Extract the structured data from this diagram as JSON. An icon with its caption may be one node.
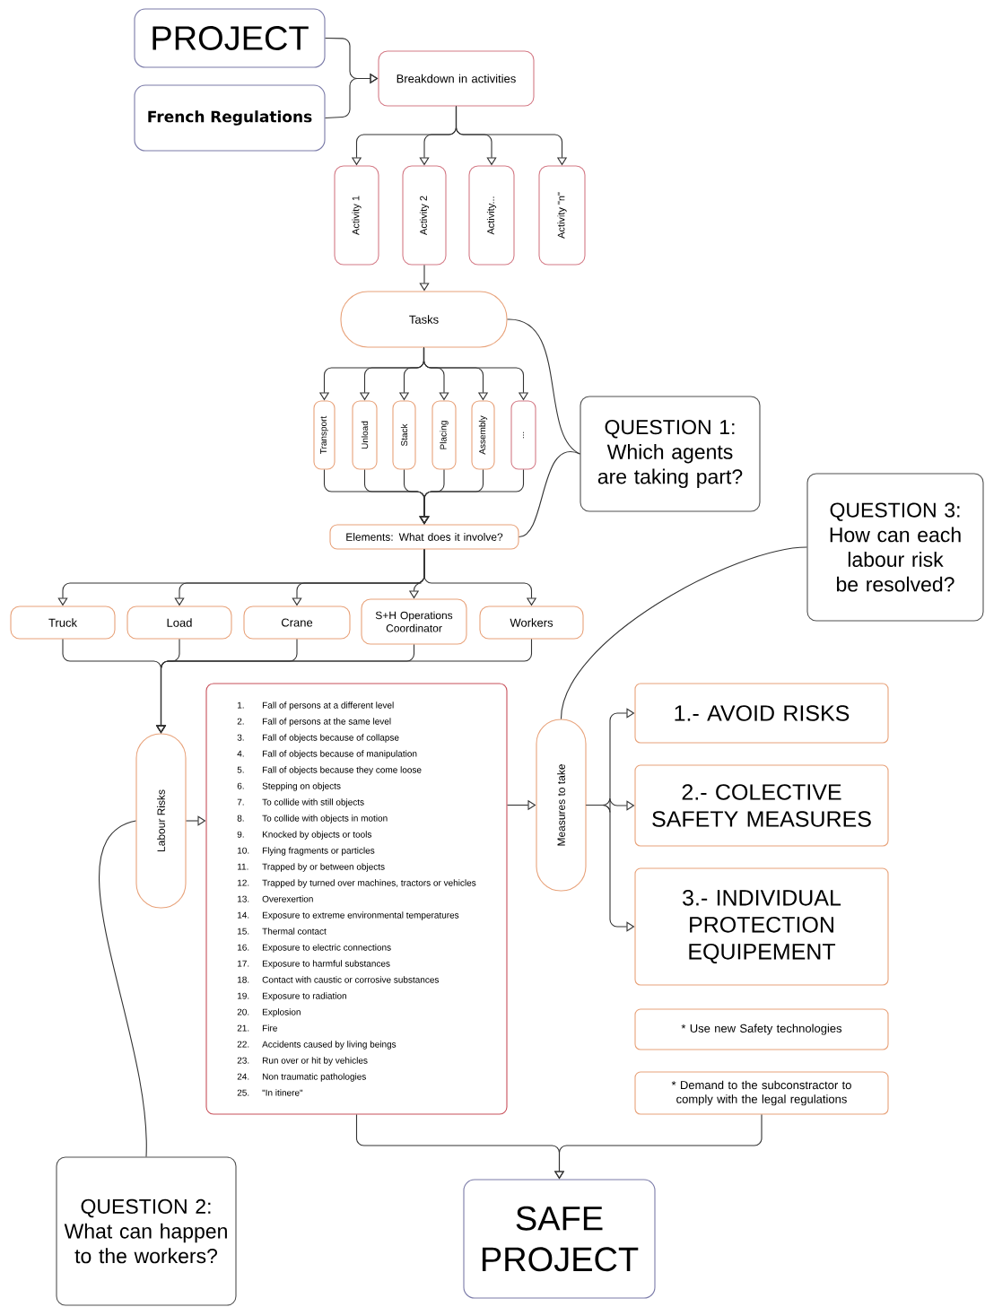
{
  "diagram": {
    "nodes": [
      {
        "text": [
          "PROJECT"
        ]
      },
      {
        "text": [
          "French Regulations"
        ]
      },
      {
        "text": [
          "Breakdown in activities"
        ]
      },
      {
        "text": [
          "Activity 1"
        ]
      },
      {
        "text": [
          "Activity 2"
        ]
      },
      {
        "text": [
          "Activity..."
        ]
      },
      {
        "text": [
          "Activity \"n\""
        ]
      },
      {
        "text": [
          "Tasks"
        ]
      },
      {
        "text": [
          "Transport"
        ]
      },
      {
        "text": [
          "Unload"
        ]
      },
      {
        "text": [
          "Stack"
        ]
      },
      {
        "text": [
          "Placing"
        ]
      },
      {
        "text": [
          "Assembly"
        ]
      },
      {
        "text": [
          "..."
        ]
      },
      {
        "text": [
          "QUESTION 1:",
          "Which agents are taking part?"
        ]
      },
      {
        "text": [
          "Elements: What does it involve?"
        ]
      },
      {
        "text": [
          "Truck"
        ]
      },
      {
        "text": [
          "Load"
        ]
      },
      {
        "text": [
          "Crane"
        ]
      },
      {
        "text": [
          "S+H Operations Coordinator"
        ]
      },
      {
        "text": [
          "Workers"
        ]
      },
      {
        "text": [
          "QUESTION 3:",
          "How can each labour risk be resolved?"
        ]
      },
      {
        "text": [
          "Labour Risks"
        ]
      },
      {
        "text": [
          "1.",
          "Fall of persons at a different level",
          "2.",
          "Fall of persons at the same level",
          "3.",
          "Fall of objects because of collapse",
          "4.",
          "Fall of objects because of manipulation",
          "5.",
          "Fall of objects because they come loose",
          "6.",
          "Stepping on objects",
          "7.",
          "To collide with still objects",
          "8.",
          "To collide with objects in motion",
          "9.",
          "Knocked by objects or tools",
          "10.",
          "Flying fragments or particles",
          "11.",
          "Trapped by or between objects",
          "12.",
          "Trapped by turned over machines, tractors or vehicles",
          "13.",
          "Overexertion",
          "14.",
          "Exposure to extreme environmental temperatures",
          "15.",
          "Thermal contact",
          "16.",
          "Exposure to electric connections",
          "17.",
          "Exposure to harmful substances",
          "18.",
          "Contact with caustic or corrosive substances",
          "19.",
          "Exposure to radiation",
          "20.",
          "Explosion",
          "21.",
          "Fire",
          "22.",
          "Accidents caused by living beings",
          "23.",
          "Run over or hit by vehicles",
          "24.",
          "Non traumatic pathologies",
          "25.",
          "\"In itinere\""
        ]
      },
      {
        "text": [
          "Measures to take"
        ]
      },
      {
        "text": [
          "1.- AVOID RISKS"
        ]
      },
      {
        "text": [
          "2.- COLECTIVE SAFETY MEASURES"
        ]
      },
      {
        "text": [
          "3.- INDIVIDUAL PROTECTION EQUIPEMENT"
        ]
      },
      {
        "text": [
          "* Use new Safety technologies"
        ]
      },
      {
        "text": [
          "* Demand to the subconstractor to comply with the legal regulations"
        ]
      },
      {
        "text": [
          "QUESTION 2:",
          "What can happen to the workers?"
        ]
      },
      {
        "text": [
          "SAFE PROJECT"
        ]
      }
    ],
    "edges": [
      {
        "from": 0,
        "to": 2,
        "arrow": "to"
      },
      {
        "from": 1,
        "to": 2,
        "arrow": "to"
      },
      {
        "from": 2,
        "to": 3,
        "arrow": "to"
      },
      {
        "from": 2,
        "to": 4,
        "arrow": "to"
      },
      {
        "from": 2,
        "to": 5,
        "arrow": "to"
      },
      {
        "from": 2,
        "to": 6,
        "arrow": "to"
      },
      {
        "from": 4,
        "to": 7,
        "arrow": "to"
      },
      {
        "from": 7,
        "to": 8,
        "arrow": "to"
      },
      {
        "from": 7,
        "to": 9,
        "arrow": "to"
      },
      {
        "from": 7,
        "to": 10,
        "arrow": "to"
      },
      {
        "from": 7,
        "to": 11,
        "arrow": "to"
      },
      {
        "from": 7,
        "to": 12,
        "arrow": "to"
      },
      {
        "from": 7,
        "to": 13,
        "arrow": "to"
      },
      {
        "from": 8,
        "to": 15,
        "arrow": "to"
      },
      {
        "from": 9,
        "to": 15,
        "arrow": "to"
      },
      {
        "from": 10,
        "to": 15,
        "arrow": "to"
      },
      {
        "from": 11,
        "to": 15,
        "arrow": "to"
      },
      {
        "from": 12,
        "to": 15,
        "arrow": "to"
      },
      {
        "from": 13,
        "to": 15,
        "arrow": "to"
      },
      {
        "from": 7,
        "to": 14,
        "arrow": "none"
      },
      {
        "from": 15,
        "to": 14,
        "arrow": "none"
      },
      {
        "from": 15,
        "to": 16,
        "arrow": "to"
      },
      {
        "from": 15,
        "to": 17,
        "arrow": "to"
      },
      {
        "from": 15,
        "to": 18,
        "arrow": "to"
      },
      {
        "from": 15,
        "to": 19,
        "arrow": "to"
      },
      {
        "from": 15,
        "to": 20,
        "arrow": "to"
      },
      {
        "from": 16,
        "to": 22,
        "arrow": "to"
      },
      {
        "from": 17,
        "to": 22,
        "arrow": "to"
      },
      {
        "from": 18,
        "to": 22,
        "arrow": "to"
      },
      {
        "from": 19,
        "to": 22,
        "arrow": "to"
      },
      {
        "from": 20,
        "to": 22,
        "arrow": "to"
      },
      {
        "from": 22,
        "to": 23,
        "arrow": "to"
      },
      {
        "from": 23,
        "to": 24,
        "arrow": "to"
      },
      {
        "from": 24,
        "to": 25,
        "arrow": "to"
      },
      {
        "from": 24,
        "to": 26,
        "arrow": "to"
      },
      {
        "from": 24,
        "to": 27,
        "arrow": "to"
      },
      {
        "from": 24,
        "to": 21,
        "arrow": "none"
      },
      {
        "from": 22,
        "to": 30,
        "arrow": "none"
      },
      {
        "from": 23,
        "to": 31,
        "arrow": "to"
      },
      {
        "from": 29,
        "to": 31,
        "arrow": "to"
      }
    ]
  }
}
